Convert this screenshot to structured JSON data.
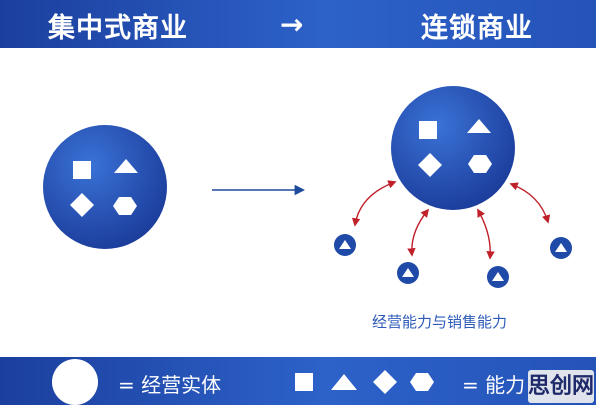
{
  "header": {
    "left_title": "集中式商业",
    "arrow": "→",
    "right_title": "连锁商业"
  },
  "diagram": {
    "caption": "经营能力与销售能力",
    "colors": {
      "banner": "#1f4aa8",
      "circle_dark": "#1c3f9f",
      "circle_light": "#2f66cc",
      "arrow_red": "#c0202a",
      "arrow_blue": "#1e4a9c"
    }
  },
  "legend": {
    "circle_label": "= 经营实体",
    "shapes_label": "= 能力",
    "shapes": [
      "square-icon",
      "triangle-icon",
      "diamond-icon",
      "hexagon-icon"
    ]
  },
  "watermark": {
    "text": "思创网"
  }
}
